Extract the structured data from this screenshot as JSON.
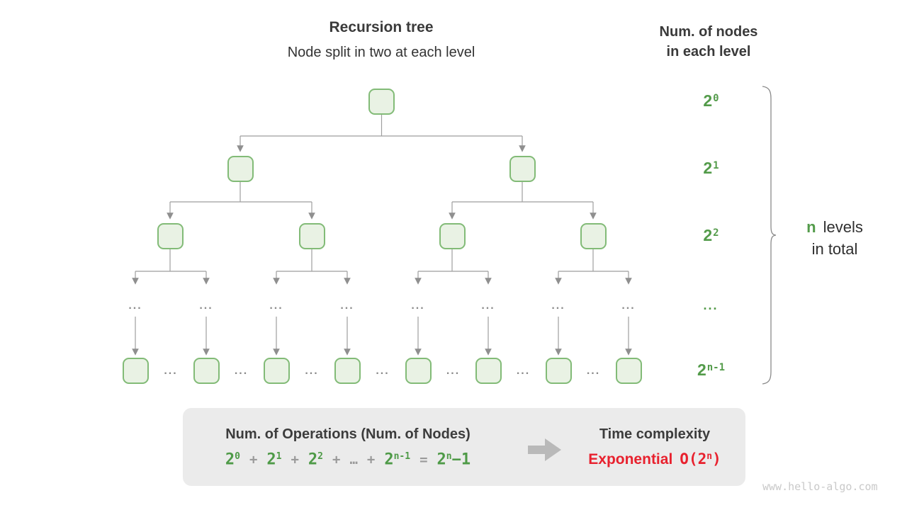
{
  "header": {
    "title": "Recursion tree",
    "subtitle": "Node split in two at each level"
  },
  "right_header": {
    "line1": "Num. of nodes",
    "line2": "in each level"
  },
  "glyphs": {
    "ellipsis": "..."
  },
  "levels": {
    "l0": {
      "base": "2",
      "sup": "0"
    },
    "l1": {
      "base": "2",
      "sup": "1"
    },
    "l2": {
      "base": "2",
      "sup": "2"
    },
    "l3_ellipsis": "...",
    "l4": {
      "base": "2",
      "sup": "n-1"
    }
  },
  "brace_label": {
    "n": "n",
    "levels_word": "levels",
    "line2": "in total"
  },
  "summary": {
    "operations_title": "Num. of Operations (Num. of Nodes)",
    "formula": {
      "t1_base": "2",
      "t1_sup": "0",
      "plus": "+",
      "t2_base": "2",
      "t2_sup": "1",
      "t3_base": "2",
      "t3_sup": "2",
      "dots": "…",
      "t4_base": "2",
      "t4_sup": "n-1",
      "equals": "=",
      "t5_base": "2",
      "t5_sup": "n",
      "t5_tail": "−1"
    },
    "time_title": "Time complexity",
    "complexity_name": "Exponential",
    "complexity_o": {
      "pre": "O(2",
      "sup": "n",
      "post": ")"
    }
  },
  "watermark": "www.hello-algo.com",
  "colors": {
    "accent_green": "#539b4a",
    "node_fill": "#e9f2e4",
    "node_border": "#82bb77",
    "line_gray": "#9e9e9e",
    "arrowhead_gray": "#8f8f8f",
    "summary_bg": "#ebebeb",
    "complexity_red": "#e8212e",
    "text_dark": "#3c3c3c",
    "big_arrow_gray": "#b9b9b9"
  }
}
